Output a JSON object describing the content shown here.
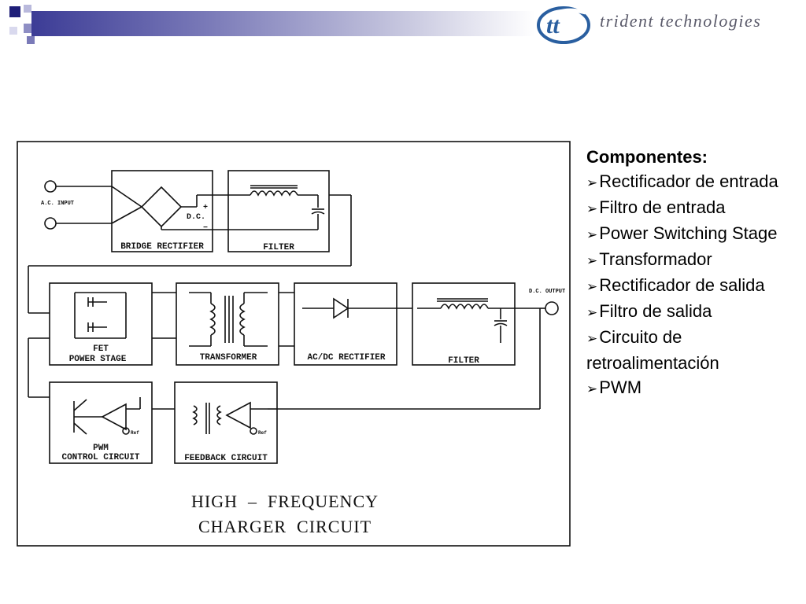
{
  "brand": {
    "logo_icon": "tt-swoosh-logo",
    "name": "trident technologies",
    "accent_color": "#3c3c96"
  },
  "diagram": {
    "blocks": {
      "bridge_rectifier": "BRIDGE RECTIFIER",
      "filter_top": "FILTER",
      "fet_power_stage_line1": "FET",
      "fet_power_stage_line2": "POWER STAGE",
      "transformer": "TRANSFORMER",
      "acdc_rectifier": "AC/DC RECTIFIER",
      "filter_bottom": "FILTER",
      "pwm_line1": "PWM",
      "pwm_line2": "CONTROL CIRCUIT",
      "feedback_circuit": "FEEDBACK CIRCUIT"
    },
    "labels": {
      "ac_input": "A.C. INPUT",
      "dc_output": "D.C. OUTPUT",
      "dc": "D.C.",
      "plus": "+",
      "minus": "−",
      "ref1": "Ref",
      "ref2": "Ref"
    },
    "caption_line1": "HIGH  –  FREQUENCY",
    "caption_line2": "CHARGER  CIRCUIT"
  },
  "components": {
    "title": "Componentes:",
    "items": [
      "Rectificador de entrada",
      "Filtro de entrada",
      "Power Switching Stage",
      "Transformador",
      "Rectificador de salida",
      "Filtro de salida",
      "Circuito de retroalimentación",
      "PWM"
    ]
  }
}
